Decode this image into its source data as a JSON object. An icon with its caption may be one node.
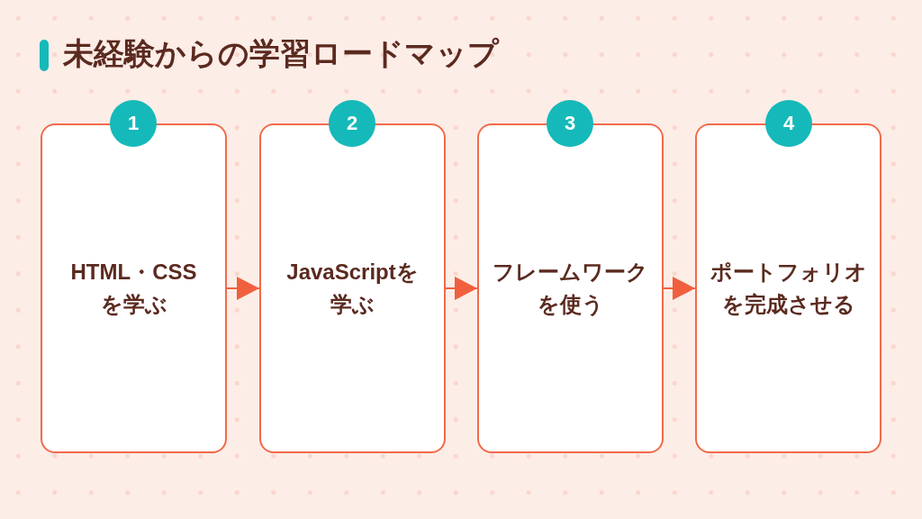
{
  "diagram": {
    "title": "未経験からの学習ロードマップ",
    "nodes": [
      {
        "text": [
          "1"
        ]
      },
      {
        "text": [
          "HTML・CSSを学ぶ"
        ]
      },
      {
        "text": [
          "2"
        ]
      },
      {
        "text": [
          "JavaScriptを学ぶ"
        ]
      },
      {
        "text": [
          "3"
        ]
      },
      {
        "text": [
          "フレームワークを使う"
        ]
      },
      {
        "text": [
          "4"
        ]
      },
      {
        "text": [
          "ポートフォリオを完成させる"
        ]
      }
    ],
    "edges": [
      {
        "from": 1,
        "to": 3,
        "arrow": "to"
      },
      {
        "from": 3,
        "to": 5,
        "arrow": "to"
      },
      {
        "from": 5,
        "to": 7,
        "arrow": "to"
      }
    ]
  }
}
